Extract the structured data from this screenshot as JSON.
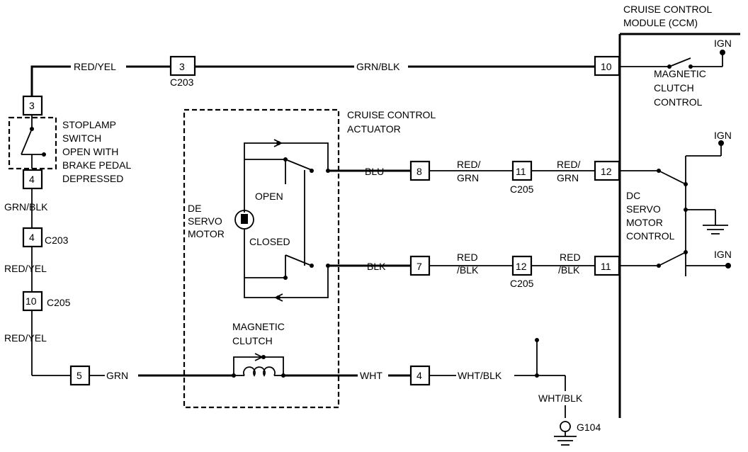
{
  "module": {
    "title_line1": "CRUISE CONTROL",
    "title_line2": "MODULE (CCM)"
  },
  "actuator": {
    "title_line1": "CRUISE CONTROL",
    "title_line2": "ACTUATOR"
  },
  "stoplamp": {
    "line1": "STOPLAMP",
    "line2": "SWITCH",
    "line3": "OPEN WITH",
    "line4": "BRAKE PEDAL",
    "line5": "DEPRESSED",
    "pin_top": "3",
    "pin_bottom": "4"
  },
  "wires": {
    "red_yel": "RED/YEL",
    "grn_blk": "GRN/BLK",
    "grn": "GRN",
    "blu": "BLU",
    "blk": "BLK",
    "wht": "WHT",
    "wht_blk": "WHT/BLK",
    "red_grn_1": "RED/",
    "red_grn_2": "GRN",
    "red_blk_1": "RED",
    "red_blk_2": "/BLK"
  },
  "connectors": {
    "c203": "C203",
    "c205": "C205",
    "pin3": "3",
    "pin4": "4",
    "pin10": "10",
    "pin5": "5",
    "pin8": "8",
    "pin7": "7",
    "pin11": "11",
    "pin12": "12"
  },
  "ccm_pins": {
    "p10": "10",
    "p12": "12",
    "p11": "11"
  },
  "labels": {
    "ign": "IGN",
    "mag_clutch_ctrl1": "MAGNETIC",
    "mag_clutch_ctrl2": "CLUTCH",
    "mag_clutch_ctrl3": "CONTROL",
    "dc_servo1": "DC",
    "dc_servo2": "SERVO",
    "dc_servo3": "MOTOR",
    "dc_servo4": "CONTROL",
    "servo_motor1": "DE",
    "servo_motor2": "SERVO",
    "servo_motor3": "MOTOR",
    "open": "OPEN",
    "closed": "CLOSED",
    "mag_clutch1": "MAGNETIC",
    "mag_clutch2": "CLUTCH",
    "ground": "G104"
  }
}
